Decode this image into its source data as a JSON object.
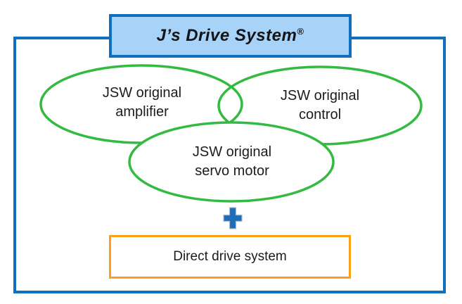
{
  "diagram": {
    "title": {
      "text": "J’s Drive System",
      "registered_mark": "®"
    },
    "ellipses": {
      "amplifier": {
        "label": "JSW original\namplifier"
      },
      "control": {
        "label": "JSW original\ncontrol"
      },
      "servo_motor": {
        "label": "JSW original\nservo motor"
      }
    },
    "bottom_box": {
      "label": "Direct drive system"
    },
    "colors": {
      "frame_blue": "#1070BE",
      "title_fill": "#A8D3F8",
      "title_border": "#0D6FBD",
      "ellipse_green": "#33BB41",
      "box_orange": "#FBA019",
      "plus_blue": "#1F6EB5",
      "text": "#1c1c1c"
    }
  }
}
